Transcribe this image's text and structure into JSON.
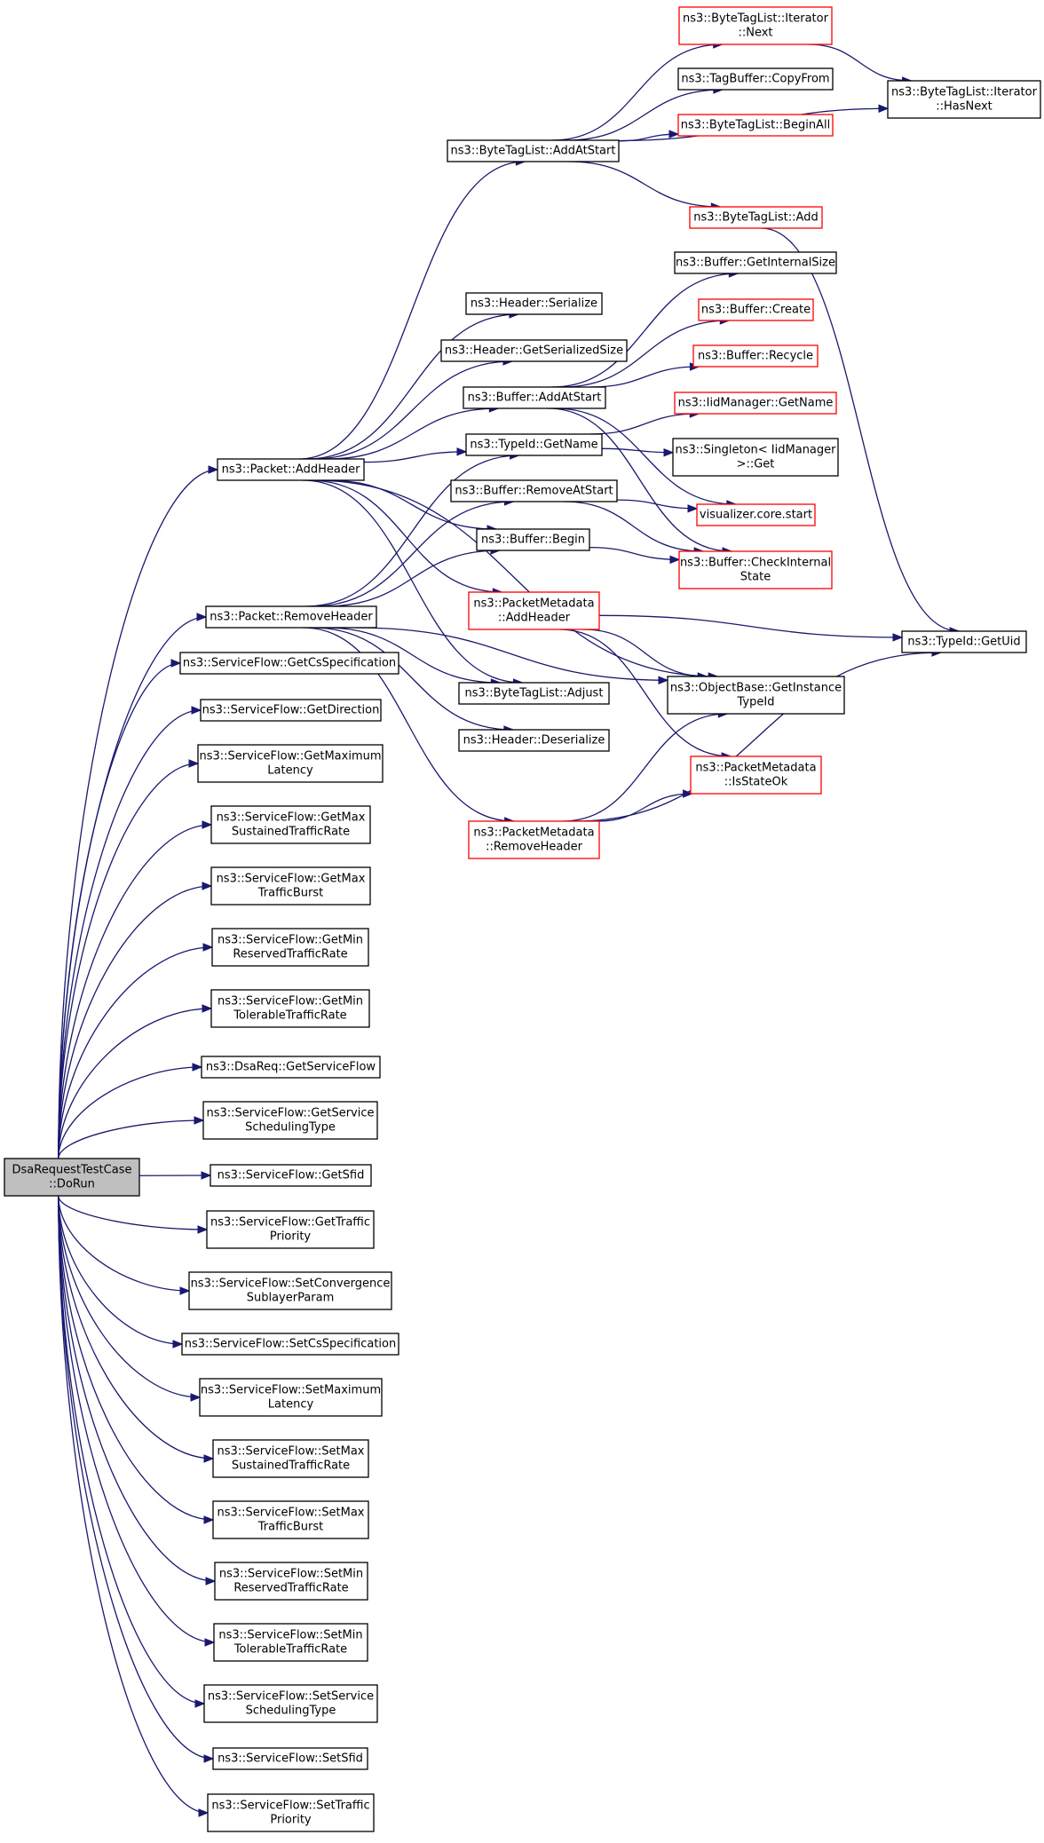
{
  "colors": {
    "edge": "#191970",
    "root_fill": "#bfbfbf",
    "red_border": "#ff0000",
    "node_border": "#000000"
  },
  "nodes": [
    {
      "id": "root",
      "lines": [
        "DsaRequestTestCase",
        "::DoRun"
      ],
      "style": "root"
    },
    {
      "id": "addHeader",
      "lines": [
        "ns3::Packet::AddHeader"
      ],
      "style": "normal"
    },
    {
      "id": "removeHeader",
      "lines": [
        "ns3::Packet::RemoveHeader"
      ],
      "style": "normal"
    },
    {
      "id": "getCsSpec",
      "lines": [
        "ns3::ServiceFlow::GetCsSpecification"
      ],
      "style": "normal"
    },
    {
      "id": "getDirection",
      "lines": [
        "ns3::ServiceFlow::GetDirection"
      ],
      "style": "normal"
    },
    {
      "id": "getMaxLatency",
      "lines": [
        "ns3::ServiceFlow::GetMaximum",
        "Latency"
      ],
      "style": "normal"
    },
    {
      "id": "getMaxSustained",
      "lines": [
        "ns3::ServiceFlow::GetMax",
        "SustainedTrafficRate"
      ],
      "style": "normal"
    },
    {
      "id": "getMaxBurst",
      "lines": [
        "ns3::ServiceFlow::GetMax",
        "TrafficBurst"
      ],
      "style": "normal"
    },
    {
      "id": "getMinReserved",
      "lines": [
        "ns3::ServiceFlow::GetMin",
        "ReservedTrafficRate"
      ],
      "style": "normal"
    },
    {
      "id": "getMinTolerable",
      "lines": [
        "ns3::ServiceFlow::GetMin",
        "TolerableTrafficRate"
      ],
      "style": "normal"
    },
    {
      "id": "dsaGetServiceFlow",
      "lines": [
        "ns3::DsaReq::GetServiceFlow"
      ],
      "style": "normal"
    },
    {
      "id": "getSchedType",
      "lines": [
        "ns3::ServiceFlow::GetService",
        "SchedulingType"
      ],
      "style": "normal"
    },
    {
      "id": "getSfid",
      "lines": [
        "ns3::ServiceFlow::GetSfid"
      ],
      "style": "normal"
    },
    {
      "id": "getTrafficPriority",
      "lines": [
        "ns3::ServiceFlow::GetTraffic",
        "Priority"
      ],
      "style": "normal"
    },
    {
      "id": "setConvergence",
      "lines": [
        "ns3::ServiceFlow::SetConvergence",
        "SublayerParam"
      ],
      "style": "normal"
    },
    {
      "id": "setCsSpec",
      "lines": [
        "ns3::ServiceFlow::SetCsSpecification"
      ],
      "style": "normal"
    },
    {
      "id": "setMaxLatency",
      "lines": [
        "ns3::ServiceFlow::SetMaximum",
        "Latency"
      ],
      "style": "normal"
    },
    {
      "id": "setMaxSustained",
      "lines": [
        "ns3::ServiceFlow::SetMax",
        "SustainedTrafficRate"
      ],
      "style": "normal"
    },
    {
      "id": "setMaxBurst",
      "lines": [
        "ns3::ServiceFlow::SetMax",
        "TrafficBurst"
      ],
      "style": "normal"
    },
    {
      "id": "setMinReserved",
      "lines": [
        "ns3::ServiceFlow::SetMin",
        "ReservedTrafficRate"
      ],
      "style": "normal"
    },
    {
      "id": "setMinTolerable",
      "lines": [
        "ns3::ServiceFlow::SetMin",
        "TolerableTrafficRate"
      ],
      "style": "normal"
    },
    {
      "id": "setSchedType",
      "lines": [
        "ns3::ServiceFlow::SetService",
        "SchedulingType"
      ],
      "style": "normal"
    },
    {
      "id": "setSfid",
      "lines": [
        "ns3::ServiceFlow::SetSfid"
      ],
      "style": "normal"
    },
    {
      "id": "setTrafficPriority",
      "lines": [
        "ns3::ServiceFlow::SetTraffic",
        "Priority"
      ],
      "style": "normal"
    },
    {
      "id": "btlAddAtStart",
      "lines": [
        "ns3::ByteTagList::AddAtStart"
      ],
      "style": "normal"
    },
    {
      "id": "hdrSerialize",
      "lines": [
        "ns3::Header::Serialize"
      ],
      "style": "normal"
    },
    {
      "id": "hdrGetSerSize",
      "lines": [
        "ns3::Header::GetSerializedSize"
      ],
      "style": "normal"
    },
    {
      "id": "bufAddAtStart",
      "lines": [
        "ns3::Buffer::AddAtStart"
      ],
      "style": "normal"
    },
    {
      "id": "typeIdGetName",
      "lines": [
        "ns3::TypeId::GetName"
      ],
      "style": "normal"
    },
    {
      "id": "bufRemoveAtStart",
      "lines": [
        "ns3::Buffer::RemoveAtStart"
      ],
      "style": "normal"
    },
    {
      "id": "bufBegin",
      "lines": [
        "ns3::Buffer::Begin"
      ],
      "style": "normal"
    },
    {
      "id": "pmAddHeader",
      "lines": [
        "ns3::PacketMetadata",
        "::AddHeader"
      ],
      "style": "red"
    },
    {
      "id": "btlAdjust",
      "lines": [
        "ns3::ByteTagList::Adjust"
      ],
      "style": "normal"
    },
    {
      "id": "hdrDeserialize",
      "lines": [
        "ns3::Header::Deserialize"
      ],
      "style": "normal"
    },
    {
      "id": "pmRemoveHeader",
      "lines": [
        "ns3::PacketMetadata",
        "::RemoveHeader"
      ],
      "style": "red"
    },
    {
      "id": "btlIterNext",
      "lines": [
        "ns3::ByteTagList::Iterator",
        "::Next"
      ],
      "style": "red"
    },
    {
      "id": "tagBufCopyFrom",
      "lines": [
        "ns3::TagBuffer::CopyFrom"
      ],
      "style": "normal"
    },
    {
      "id": "btlBeginAll",
      "lines": [
        "ns3::ByteTagList::BeginAll"
      ],
      "style": "red"
    },
    {
      "id": "btlAdd",
      "lines": [
        "ns3::ByteTagList::Add"
      ],
      "style": "red"
    },
    {
      "id": "bufGetInternalSize",
      "lines": [
        "ns3::Buffer::GetInternalSize"
      ],
      "style": "normal"
    },
    {
      "id": "bufCreate",
      "lines": [
        "ns3::Buffer::Create"
      ],
      "style": "red"
    },
    {
      "id": "bufRecycle",
      "lines": [
        "ns3::Buffer::Recycle"
      ],
      "style": "red"
    },
    {
      "id": "iidGetName",
      "lines": [
        "ns3::IidManager::GetName"
      ],
      "style": "red"
    },
    {
      "id": "singletonGet",
      "lines": [
        "ns3::Singleton< IidManager",
        ">::Get"
      ],
      "style": "normal"
    },
    {
      "id": "vizStart",
      "lines": [
        "visualizer.core.start"
      ],
      "style": "red"
    },
    {
      "id": "bufCheckInternal",
      "lines": [
        "ns3::Buffer::CheckInternal",
        "State"
      ],
      "style": "red"
    },
    {
      "id": "objGetInstance",
      "lines": [
        "ns3::ObjectBase::GetInstance",
        "TypeId"
      ],
      "style": "normal"
    },
    {
      "id": "pmIsStateOk",
      "lines": [
        "ns3::PacketMetadata",
        "::IsStateOk"
      ],
      "style": "red"
    },
    {
      "id": "btlIterHasNext",
      "lines": [
        "ns3::ByteTagList::Iterator",
        "::HasNext"
      ],
      "style": "normal"
    },
    {
      "id": "typeIdGetUid",
      "lines": [
        "ns3::TypeId::GetUid"
      ],
      "style": "normal"
    }
  ],
  "edges": [
    [
      "root",
      "addHeader"
    ],
    [
      "root",
      "removeHeader"
    ],
    [
      "root",
      "getCsSpec"
    ],
    [
      "root",
      "getDirection"
    ],
    [
      "root",
      "getMaxLatency"
    ],
    [
      "root",
      "getMaxSustained"
    ],
    [
      "root",
      "getMaxBurst"
    ],
    [
      "root",
      "getMinReserved"
    ],
    [
      "root",
      "getMinTolerable"
    ],
    [
      "root",
      "dsaGetServiceFlow"
    ],
    [
      "root",
      "getSchedType"
    ],
    [
      "root",
      "getSfid"
    ],
    [
      "root",
      "getTrafficPriority"
    ],
    [
      "root",
      "setConvergence"
    ],
    [
      "root",
      "setCsSpec"
    ],
    [
      "root",
      "setMaxLatency"
    ],
    [
      "root",
      "setMaxSustained"
    ],
    [
      "root",
      "setMaxBurst"
    ],
    [
      "root",
      "setMinReserved"
    ],
    [
      "root",
      "setMinTolerable"
    ],
    [
      "root",
      "setSchedType"
    ],
    [
      "root",
      "setSfid"
    ],
    [
      "root",
      "setTrafficPriority"
    ],
    [
      "addHeader",
      "btlAddAtStart"
    ],
    [
      "addHeader",
      "hdrSerialize"
    ],
    [
      "addHeader",
      "hdrGetSerSize"
    ],
    [
      "addHeader",
      "bufAddAtStart"
    ],
    [
      "addHeader",
      "typeIdGetName"
    ],
    [
      "addHeader",
      "bufBegin"
    ],
    [
      "addHeader",
      "pmAddHeader"
    ],
    [
      "addHeader",
      "btlAdjust"
    ],
    [
      "addHeader",
      "objGetInstance"
    ],
    [
      "removeHeader",
      "typeIdGetName"
    ],
    [
      "removeHeader",
      "bufRemoveAtStart"
    ],
    [
      "removeHeader",
      "bufBegin"
    ],
    [
      "removeHeader",
      "btlAdjust"
    ],
    [
      "removeHeader",
      "hdrDeserialize"
    ],
    [
      "removeHeader",
      "pmRemoveHeader"
    ],
    [
      "removeHeader",
      "objGetInstance"
    ],
    [
      "btlAddAtStart",
      "btlIterNext"
    ],
    [
      "btlAddAtStart",
      "tagBufCopyFrom"
    ],
    [
      "btlAddAtStart",
      "btlBeginAll"
    ],
    [
      "btlAddAtStart",
      "btlIterHasNext"
    ],
    [
      "btlAddAtStart",
      "btlAdd"
    ],
    [
      "btlIterNext",
      "btlIterHasNext"
    ],
    [
      "btlAdd",
      "typeIdGetUid"
    ],
    [
      "bufAddAtStart",
      "bufGetInternalSize"
    ],
    [
      "bufAddAtStart",
      "bufCreate"
    ],
    [
      "bufAddAtStart",
      "bufRecycle"
    ],
    [
      "bufAddAtStart",
      "vizStart"
    ],
    [
      "bufAddAtStart",
      "bufCheckInternal"
    ],
    [
      "typeIdGetName",
      "iidGetName"
    ],
    [
      "typeIdGetName",
      "singletonGet"
    ],
    [
      "bufRemoveAtStart",
      "vizStart"
    ],
    [
      "bufRemoveAtStart",
      "bufCheckInternal"
    ],
    [
      "bufBegin",
      "bufCheckInternal"
    ],
    [
      "pmAddHeader",
      "typeIdGetUid"
    ],
    [
      "pmAddHeader",
      "objGetInstance"
    ],
    [
      "pmAddHeader",
      "pmIsStateOk"
    ],
    [
      "pmRemoveHeader",
      "objGetInstance"
    ],
    [
      "pmRemoveHeader",
      "pmIsStateOk"
    ],
    [
      "pmRemoveHeader",
      "typeIdGetUid"
    ]
  ]
}
